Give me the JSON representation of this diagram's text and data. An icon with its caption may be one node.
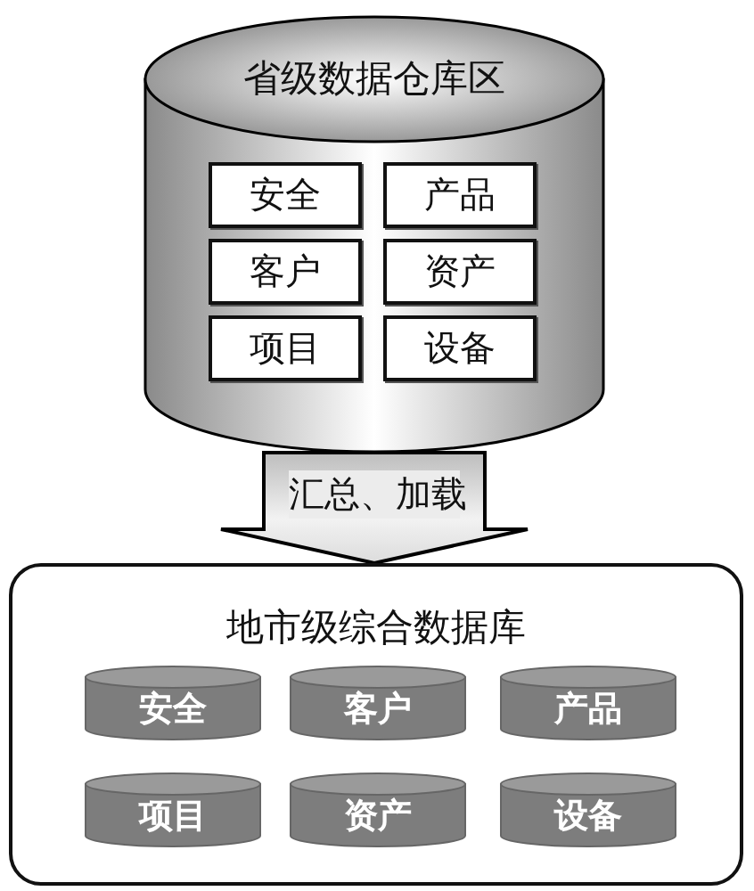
{
  "diagram": {
    "nodes": [
      {
        "text": [
          "省级数据仓库区"
        ]
      },
      {
        "text": [
          "安全"
        ],
        "in": 0
      },
      {
        "text": [
          "产品"
        ],
        "in": 0
      },
      {
        "text": [
          "客户"
        ],
        "in": 0
      },
      {
        "text": [
          "资产"
        ],
        "in": 0
      },
      {
        "text": [
          "项目"
        ],
        "in": 0
      },
      {
        "text": [
          "设备"
        ],
        "in": 0
      },
      {
        "text": [
          "地市级综合数据库"
        ]
      },
      {
        "text": [
          "安全"
        ],
        "in": 7
      },
      {
        "text": [
          "客户"
        ],
        "in": 7
      },
      {
        "text": [
          "产品"
        ],
        "in": 7
      },
      {
        "text": [
          "项目"
        ],
        "in": 7
      },
      {
        "text": [
          "资产"
        ],
        "in": 7
      },
      {
        "text": [
          "设备"
        ],
        "in": 7
      }
    ],
    "edges": [
      {
        "from": 0,
        "to": 7,
        "arrow": "to",
        "label": "汇总、加载"
      }
    ]
  }
}
